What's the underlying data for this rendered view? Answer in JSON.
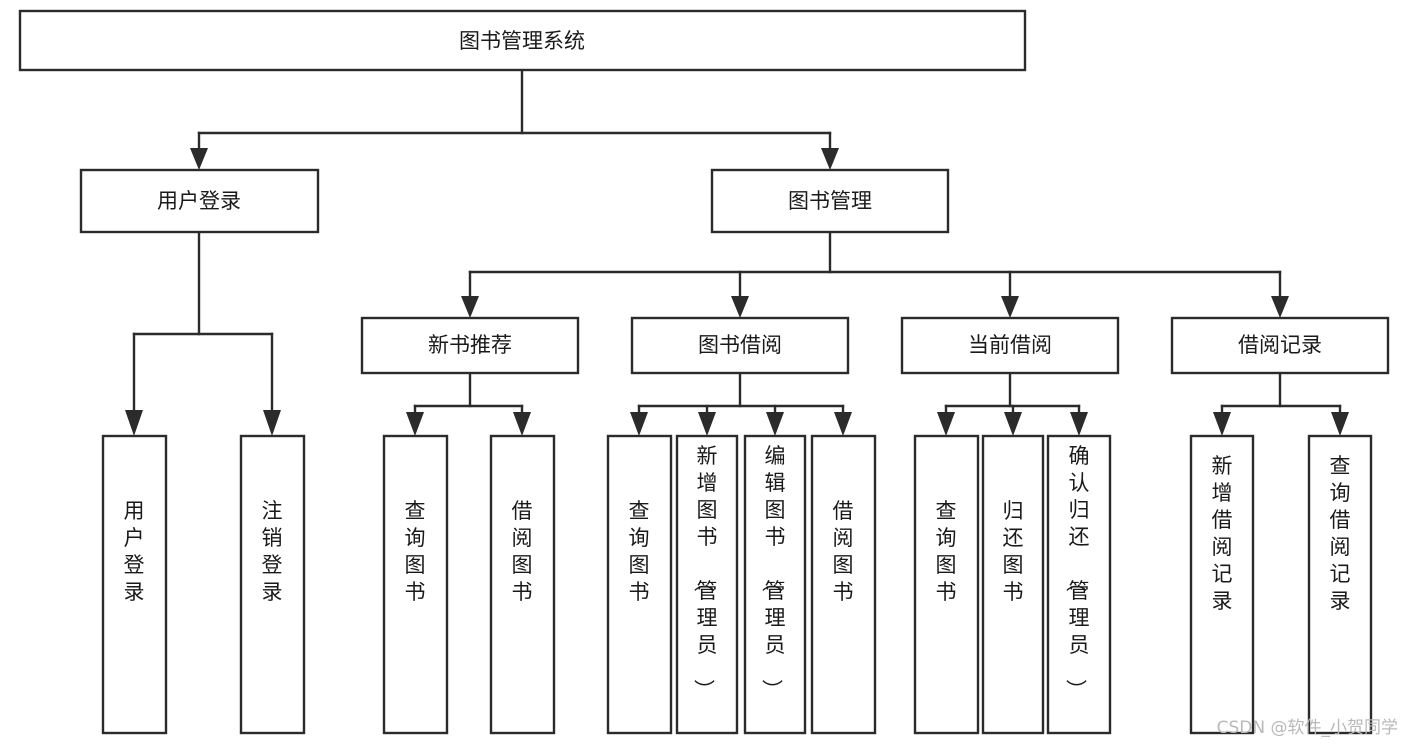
{
  "diagram": {
    "title": "图书管理系统",
    "type": "tree-hierarchy-diagram",
    "orientation": "top-down",
    "colors": {
      "box_stroke": "#2b2b2b",
      "box_fill": "#ffffff",
      "connector": "#2b2b2b",
      "text": "#1a1a1a",
      "background": "#ffffff",
      "watermark": "#b9b9b9"
    }
  },
  "nodes": {
    "root": {
      "label": "图书管理系统",
      "level": 0,
      "orientation": "horizontal"
    },
    "level1": [
      {
        "id": "user-login",
        "label": "用户登录",
        "orientation": "horizontal"
      },
      {
        "id": "book-management",
        "label": "图书管理",
        "orientation": "horizontal"
      }
    ],
    "level2": [
      {
        "id": "new-book-recommend",
        "label": "新书推荐",
        "orientation": "horizontal",
        "parent": "book-management"
      },
      {
        "id": "book-borrow",
        "label": "图书借阅",
        "orientation": "horizontal",
        "parent": "book-management"
      },
      {
        "id": "current-borrow",
        "label": "当前借阅",
        "orientation": "horizontal",
        "parent": "book-management"
      },
      {
        "id": "borrow-record",
        "label": "借阅记录",
        "orientation": "horizontal",
        "parent": "book-management"
      }
    ],
    "leaves": {
      "user-login": [
        {
          "id": "leaf-user-login",
          "label": "用户登录",
          "orientation": "vertical"
        },
        {
          "id": "leaf-user-logout",
          "label": "注销登录",
          "orientation": "vertical"
        }
      ],
      "new-book-recommend": [
        {
          "id": "leaf-query-book-1",
          "label": "查询图书",
          "orientation": "vertical"
        },
        {
          "id": "leaf-borrow-book-1",
          "label": "借阅图书",
          "orientation": "vertical"
        }
      ],
      "book-borrow": [
        {
          "id": "leaf-query-book-2",
          "label": "查询图书",
          "orientation": "vertical"
        },
        {
          "id": "leaf-add-book",
          "label": "新增图书（管理员）",
          "orientation": "vertical"
        },
        {
          "id": "leaf-edit-book",
          "label": "编辑图书（管理员）",
          "orientation": "vertical"
        },
        {
          "id": "leaf-borrow-book-2",
          "label": "借阅图书",
          "orientation": "vertical"
        }
      ],
      "current-borrow": [
        {
          "id": "leaf-query-book-3",
          "label": "查询图书",
          "orientation": "vertical"
        },
        {
          "id": "leaf-return-book",
          "label": "归还图书",
          "orientation": "vertical"
        },
        {
          "id": "leaf-confirm-return",
          "label": "确认归还（管理员）",
          "orientation": "vertical"
        }
      ],
      "borrow-record": [
        {
          "id": "leaf-add-record",
          "label": "新增借阅记录",
          "orientation": "vertical"
        },
        {
          "id": "leaf-query-record",
          "label": "查询借阅记录",
          "orientation": "vertical"
        }
      ]
    }
  },
  "watermark": {
    "text": "CSDN @软件_小贺同学"
  }
}
